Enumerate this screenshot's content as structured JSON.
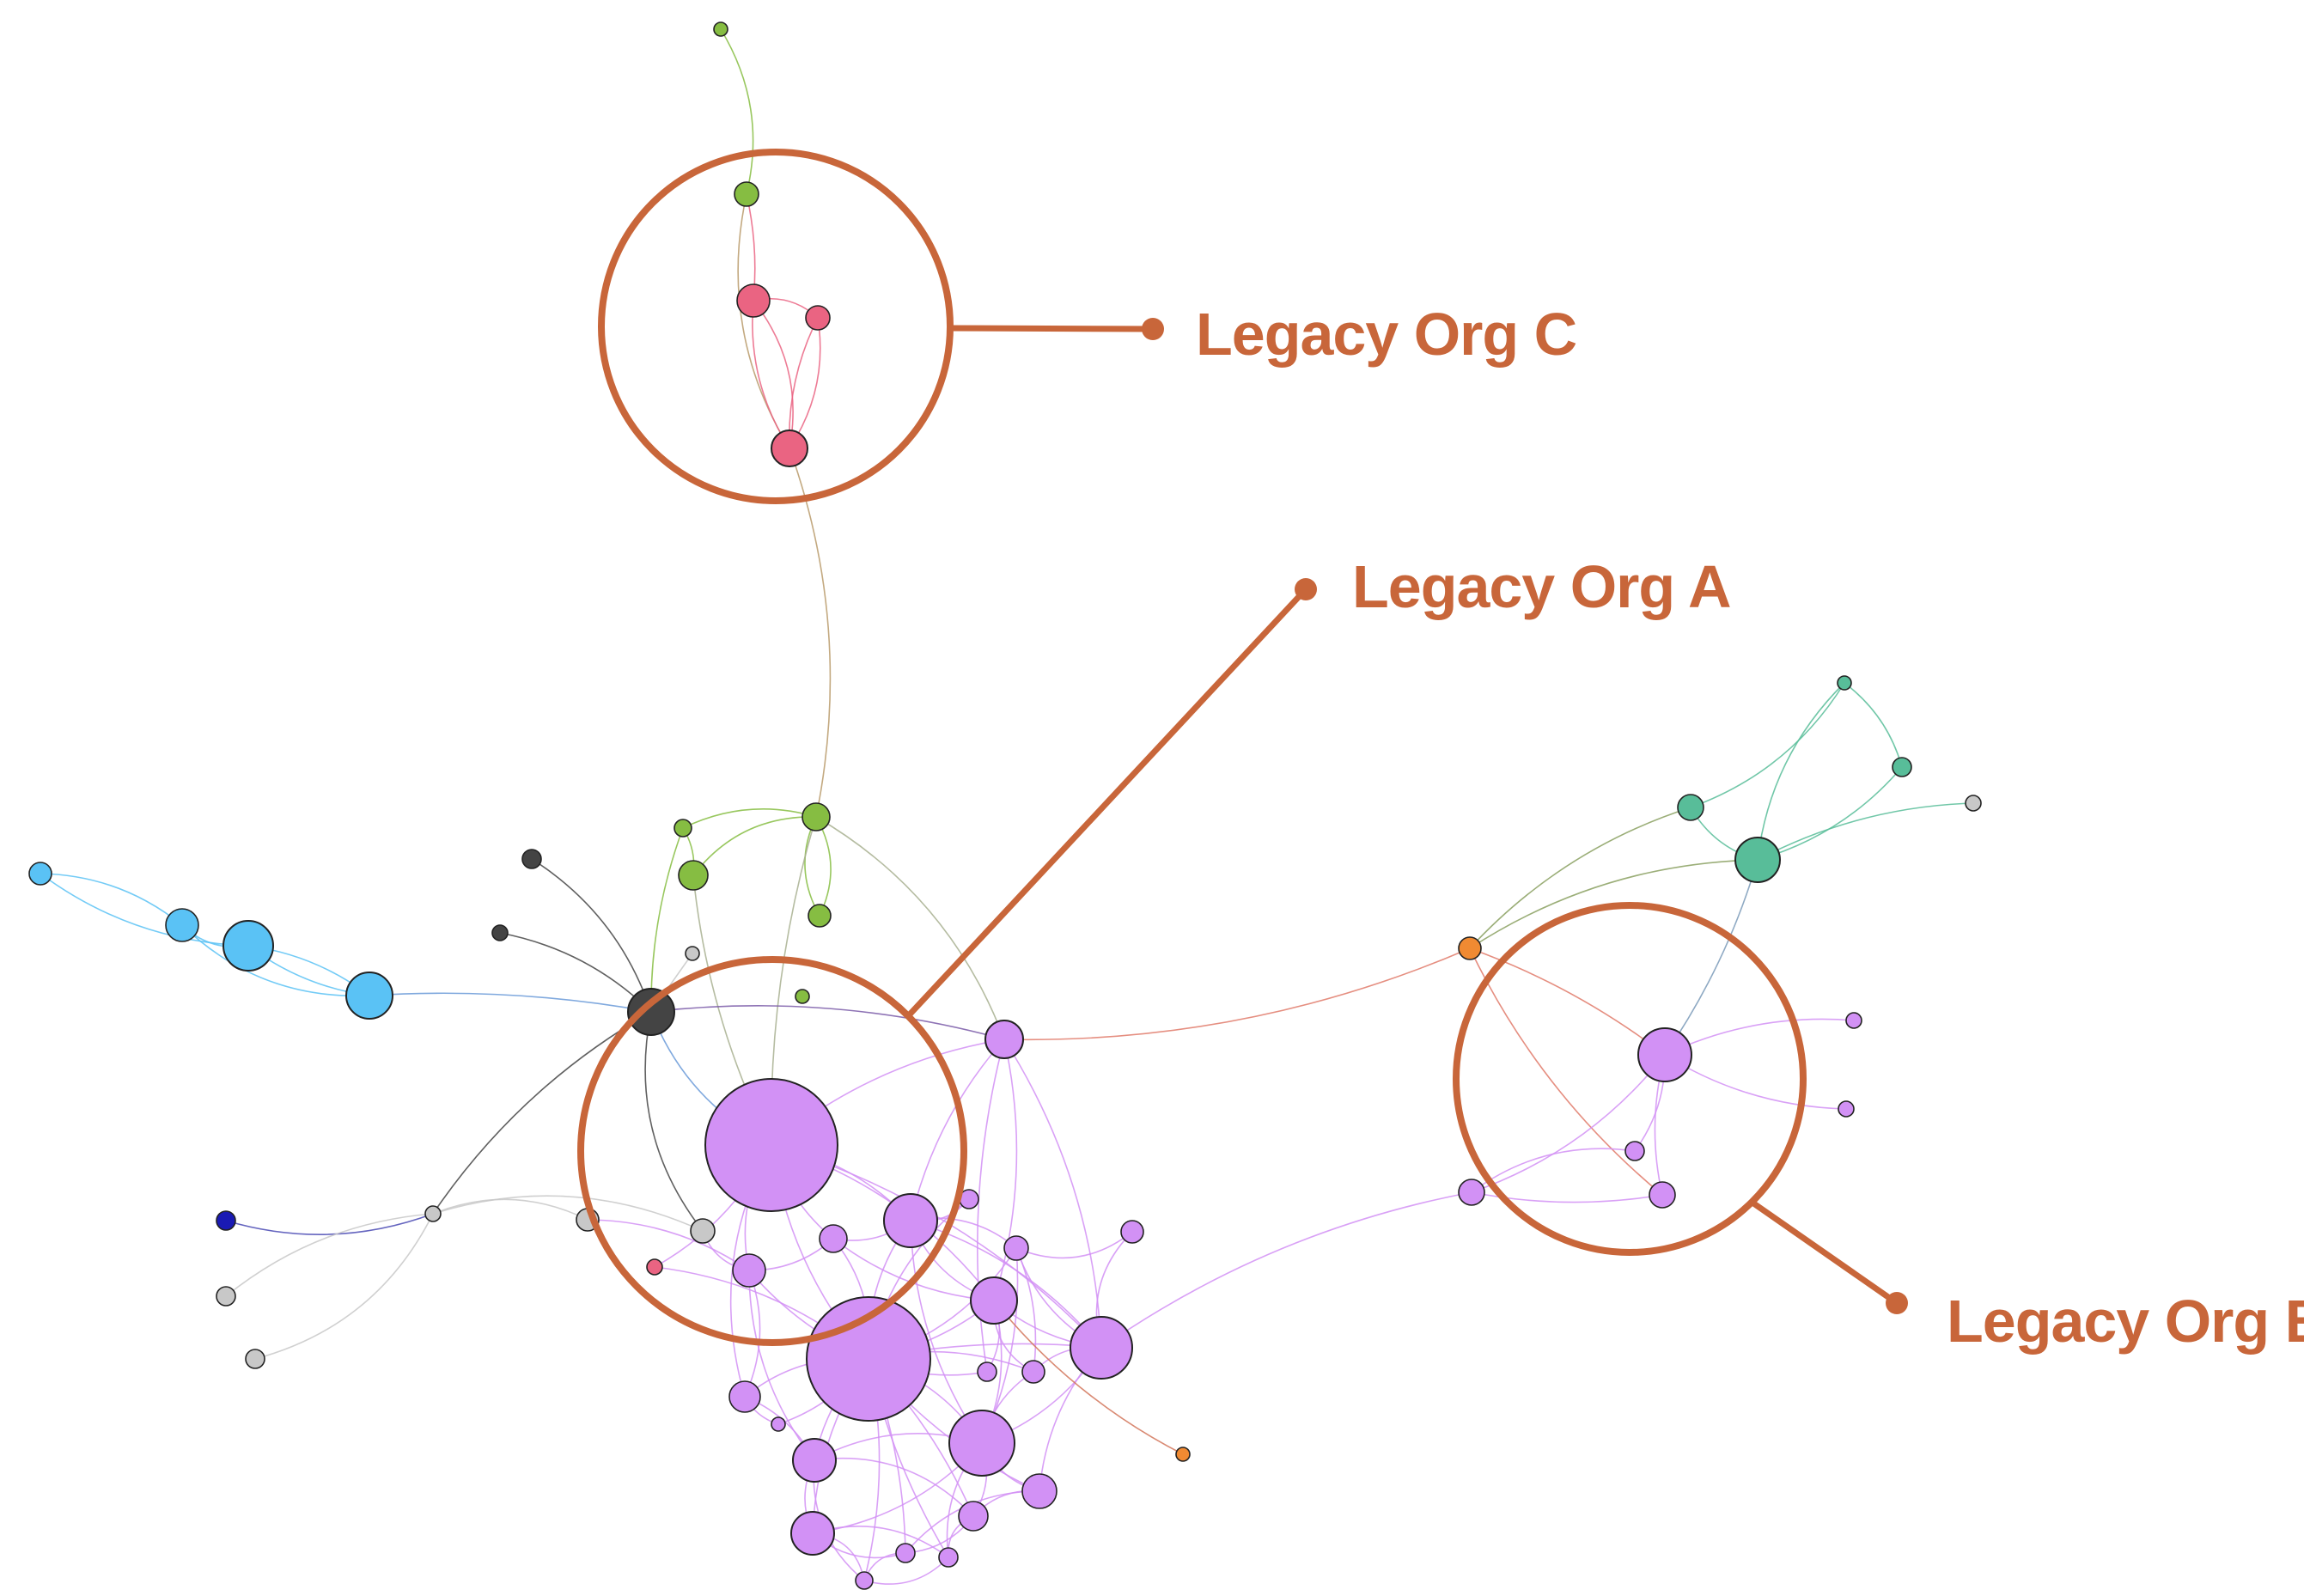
{
  "callouts": [
    {
      "id": "org-c",
      "label": "Legacy Org C"
    },
    {
      "id": "org-a",
      "label": "Legacy Org A"
    },
    {
      "id": "org-b",
      "label": "Legacy Org B"
    }
  ],
  "colors": {
    "callout": "#c8663a",
    "purple": "#d291f5",
    "green": "#86bd42",
    "pink": "#ea6482",
    "blue": "#5ac2f5",
    "teal": "#58bd99",
    "orange": "#f08a32",
    "gray": "#c8c8c8",
    "dark": "#444444",
    "navy": "#1a1ab4",
    "node_stroke": "#222222"
  }
}
